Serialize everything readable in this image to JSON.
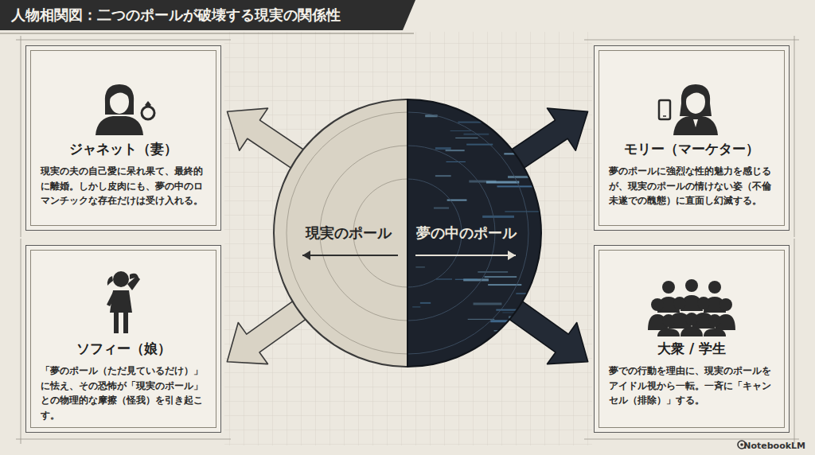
{
  "diagram": {
    "title": "人物相関図：二つのポールが破壊する現実の関係性",
    "nodes": [
      {
        "text": [
          "ジャネット（妻）",
          "現実の夫の自己愛に呆れ果て、最終的に離婚。しかし皮肉にも、夢の中のロマンチックな存在だけは受け入れる。"
        ]
      },
      {
        "text": [
          "モリー（マーケター）",
          "夢のポールに強烈な性的魅力を感じるが、現実のポールの情けない姿（不倫未遂での醜態）に直面し幻滅する。"
        ]
      },
      {
        "text": [
          "現実のポール"
        ]
      },
      {
        "text": [
          "夢の中のポール"
        ]
      },
      {
        "text": [
          "ソフィー（娘）",
          "「夢のポール（ただ見ているだけ）」に怯え、その恐怖が「現実のポール」との物理的な摩擦（怪我）を引き起こす。"
        ]
      },
      {
        "text": [
          "大衆 / 学生",
          "夢での行動を理由に、現実のポールをアイドル視から一転。一斉に「キャンセル（排除）」する。"
        ]
      }
    ],
    "edges": [
      {
        "from": 2,
        "to": 0,
        "arrow": "to"
      },
      {
        "from": 3,
        "to": 1,
        "arrow": "to"
      },
      {
        "from": 2,
        "to": 4,
        "arrow": "to"
      },
      {
        "from": 3,
        "to": 5,
        "arrow": "to"
      }
    ],
    "labels": [
      "NotebookLM"
    ]
  }
}
